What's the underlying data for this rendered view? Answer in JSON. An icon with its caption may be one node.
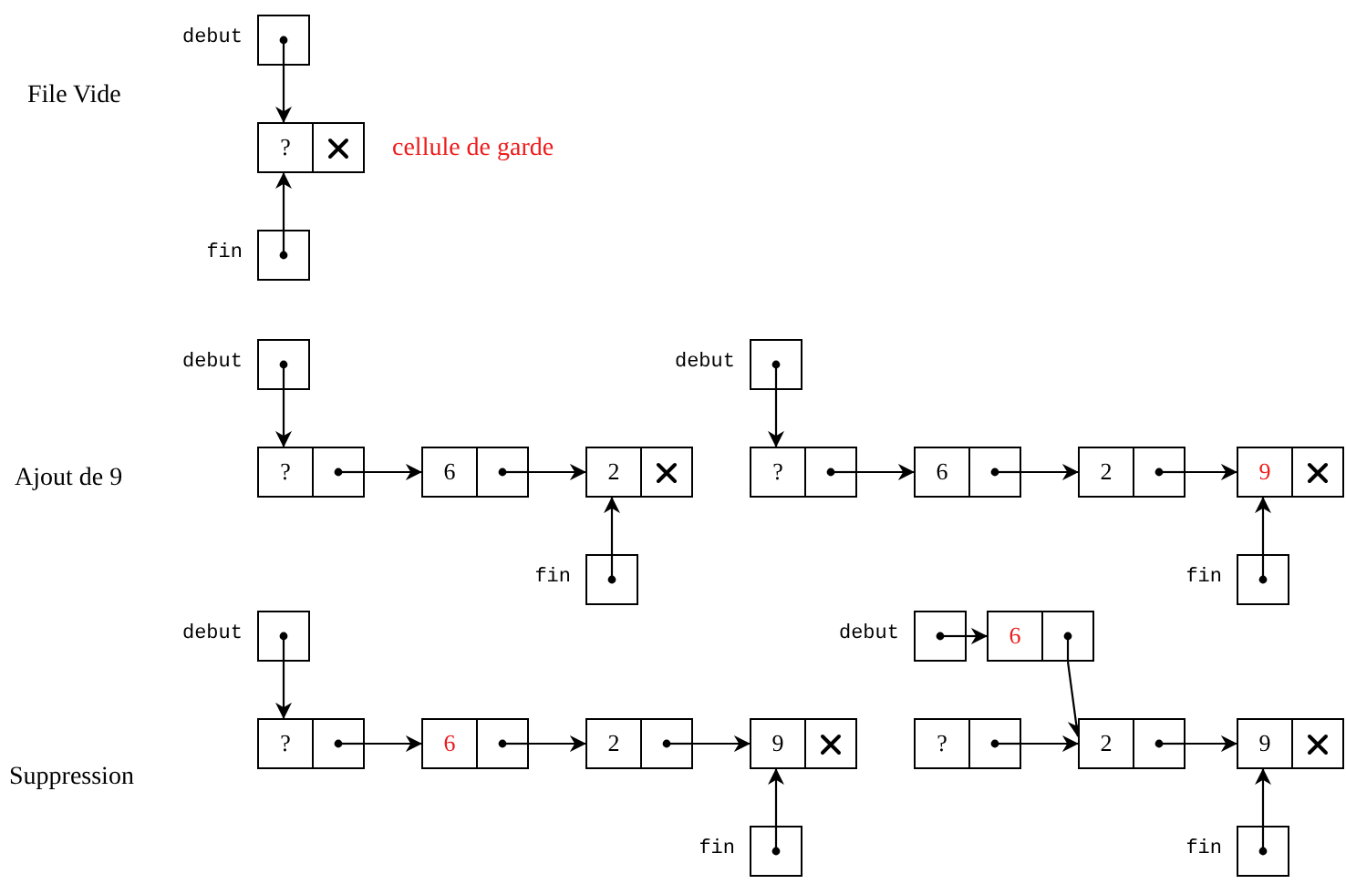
{
  "diagram": {
    "nodes": [
      {
        "text": [],
        "shape": "box",
        "beside": [
          "debut"
        ]
      },
      {
        "text": [
          "?"
        ]
      },
      {
        "text": [],
        "shape": "box",
        "beside": [
          "fin"
        ]
      },
      {
        "text": [],
        "shape": "box",
        "beside": [
          "debut"
        ]
      },
      {
        "text": [
          "?"
        ]
      },
      {
        "text": [
          "6"
        ]
      },
      {
        "text": [
          "2"
        ]
      },
      {
        "text": [],
        "shape": "box",
        "beside": [
          "fin"
        ]
      },
      {
        "text": [],
        "shape": "box",
        "beside": [
          "debut"
        ]
      },
      {
        "text": [
          "?"
        ]
      },
      {
        "text": [
          "6"
        ]
      },
      {
        "text": [
          "2"
        ]
      },
      {
        "text": [
          "9"
        ]
      },
      {
        "text": [],
        "shape": "box",
        "beside": [
          "fin"
        ]
      },
      {
        "text": [],
        "shape": "box",
        "beside": [
          "debut"
        ]
      },
      {
        "text": [
          "?"
        ]
      },
      {
        "text": [
          "6"
        ]
      },
      {
        "text": [
          "2"
        ]
      },
      {
        "text": [
          "9"
        ]
      },
      {
        "text": [],
        "shape": "box",
        "beside": [
          "fin"
        ]
      },
      {
        "text": [],
        "shape": "box",
        "beside": [
          "debut"
        ]
      },
      {
        "text": [
          "6"
        ]
      },
      {
        "text": [
          "?"
        ]
      },
      {
        "text": [
          "2"
        ]
      },
      {
        "text": [
          "9"
        ]
      },
      {
        "text": [],
        "shape": "box",
        "beside": [
          "fin"
        ]
      }
    ],
    "edges": [
      {
        "from": 0,
        "to": 1,
        "arrow": "to"
      },
      {
        "from": 2,
        "to": 1,
        "arrow": "to"
      },
      {
        "from": 3,
        "to": 4,
        "arrow": "to"
      },
      {
        "from": 4,
        "to": 5,
        "arrow": "to"
      },
      {
        "from": 5,
        "to": 6,
        "arrow": "to"
      },
      {
        "from": 7,
        "to": 6,
        "arrow": "to"
      },
      {
        "from": 8,
        "to": 9,
        "arrow": "to"
      },
      {
        "from": 9,
        "to": 10,
        "arrow": "to"
      },
      {
        "from": 10,
        "to": 11,
        "arrow": "to"
      },
      {
        "from": 11,
        "to": 12,
        "arrow": "to"
      },
      {
        "from": 13,
        "to": 12,
        "arrow": "to"
      },
      {
        "from": 14,
        "to": 15,
        "arrow": "to"
      },
      {
        "from": 15,
        "to": 16,
        "arrow": "to"
      },
      {
        "from": 16,
        "to": 17,
        "arrow": "to"
      },
      {
        "from": 17,
        "to": 18,
        "arrow": "to"
      },
      {
        "from": 19,
        "to": 18,
        "arrow": "to"
      },
      {
        "from": 20,
        "to": 21,
        "arrow": "to"
      },
      {
        "from": 21,
        "to": 23,
        "arrow": "to"
      },
      {
        "from": 22,
        "to": 23,
        "arrow": "to"
      },
      {
        "from": 23,
        "to": 24,
        "arrow": "to"
      },
      {
        "from": 25,
        "to": 24,
        "arrow": "to"
      }
    ],
    "labels": [
      "File Vide",
      "cellule de garde",
      "Ajout de 9",
      "Suppression"
    ]
  }
}
